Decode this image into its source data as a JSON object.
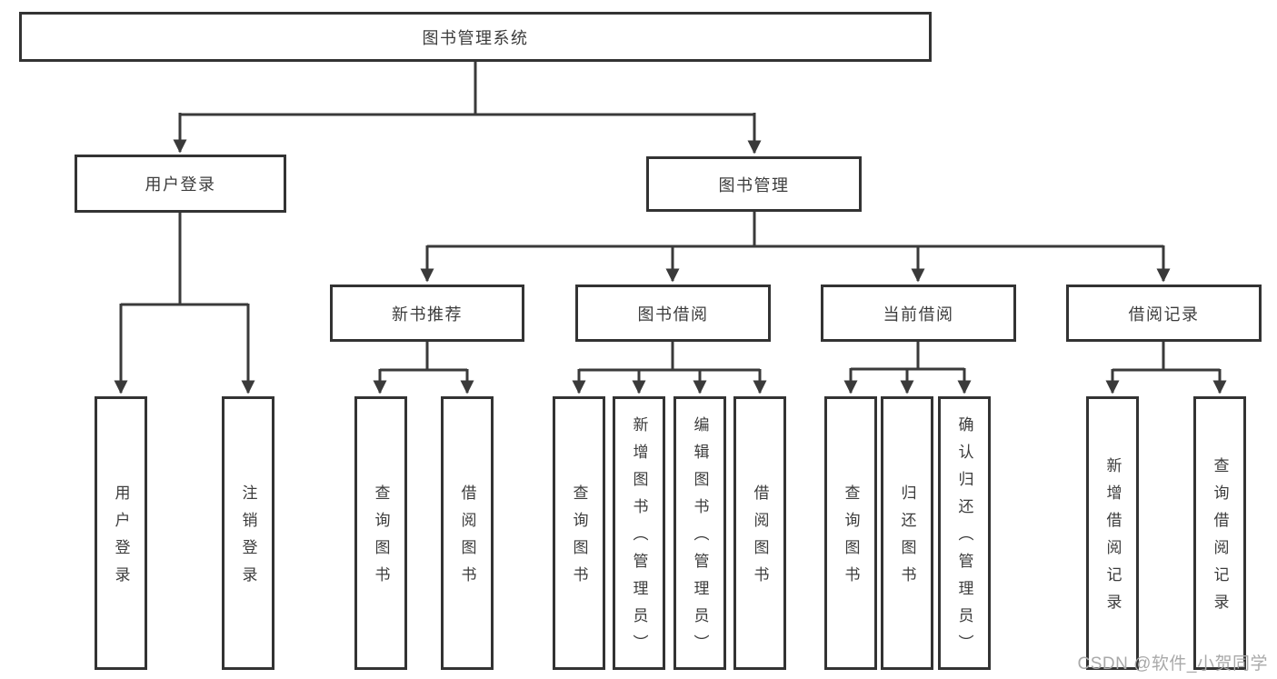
{
  "colors": {
    "bg": "#ffffff",
    "line": "#3a3a3a",
    "border": "#333333",
    "text": "#3c3c3c",
    "watermark": "#a9a9a9"
  },
  "tree": {
    "label": "图书管理系统",
    "children": [
      {
        "label": "用户登录",
        "children": [
          {
            "label": "用户登录"
          },
          {
            "label": "注销登录"
          }
        ]
      },
      {
        "label": "图书管理",
        "children": [
          {
            "label": "新书推荐",
            "children": [
              {
                "label": "查询图书"
              },
              {
                "label": "借阅图书"
              }
            ]
          },
          {
            "label": "图书借阅",
            "children": [
              {
                "label": "查询图书"
              },
              {
                "label": "新增图书（管理员）"
              },
              {
                "label": "编辑图书（管理员）"
              },
              {
                "label": "借阅图书"
              }
            ]
          },
          {
            "label": "当前借阅",
            "children": [
              {
                "label": "查询图书"
              },
              {
                "label": "归还图书"
              },
              {
                "label": "确认归还（管理员）"
              }
            ]
          },
          {
            "label": "借阅记录",
            "children": [
              {
                "label": "新增借阅记录"
              },
              {
                "label": "查询借阅记录"
              }
            ]
          }
        ]
      }
    ]
  },
  "watermark": {
    "text": "CSDN @软件_小贺同学"
  }
}
